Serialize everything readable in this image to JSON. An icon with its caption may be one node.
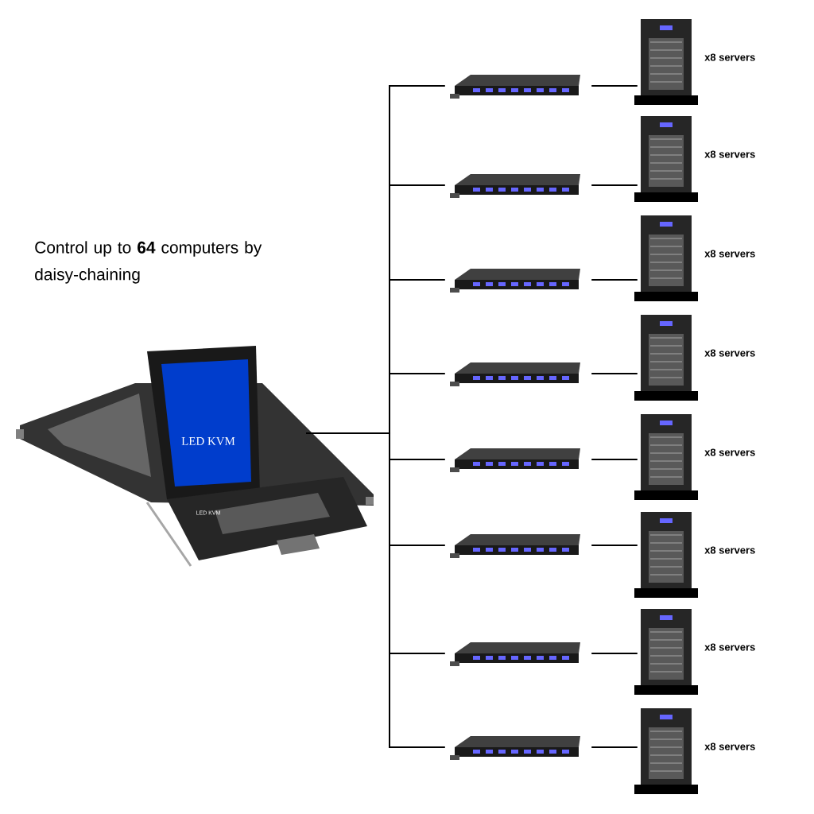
{
  "diagram": {
    "nodes": [
      {
        "text": [],
        "shape": "picture"
      },
      {
        "text": [],
        "shape": "picture"
      },
      {
        "text": [],
        "shape": "picture"
      },
      {
        "text": [],
        "shape": "picture"
      },
      {
        "text": [],
        "shape": "picture"
      },
      {
        "text": [],
        "shape": "picture"
      },
      {
        "text": [],
        "shape": "picture"
      },
      {
        "text": [],
        "shape": "picture"
      },
      {
        "text": [],
        "shape": "picture"
      },
      {
        "text": [],
        "shape": "picture",
        "beside": [
          "x8 servers"
        ]
      },
      {
        "text": [],
        "shape": "picture",
        "beside": [
          "x8 servers"
        ]
      },
      {
        "text": [],
        "shape": "picture",
        "beside": [
          "x8 servers"
        ]
      },
      {
        "text": [],
        "shape": "picture",
        "beside": [
          "x8 servers"
        ]
      },
      {
        "text": [],
        "shape": "picture",
        "beside": [
          "x8 servers"
        ]
      },
      {
        "text": [],
        "shape": "picture",
        "beside": [
          "x8 servers"
        ]
      },
      {
        "text": [],
        "shape": "picture",
        "beside": [
          "x8 servers"
        ]
      },
      {
        "text": [],
        "shape": "picture",
        "beside": [
          "x8 servers"
        ]
      }
    ],
    "edges": [
      {
        "from": 0,
        "to": 1,
        "arrow": "none"
      },
      {
        "from": 0,
        "to": 2,
        "arrow": "none"
      },
      {
        "from": 0,
        "to": 3,
        "arrow": "none"
      },
      {
        "from": 0,
        "to": 4,
        "arrow": "none"
      },
      {
        "from": 0,
        "to": 5,
        "arrow": "none"
      },
      {
        "from": 0,
        "to": 6,
        "arrow": "none"
      },
      {
        "from": 0,
        "to": 7,
        "arrow": "none"
      },
      {
        "from": 0,
        "to": 8,
        "arrow": "none"
      },
      {
        "from": 1,
        "to": 9,
        "arrow": "none"
      },
      {
        "from": 2,
        "to": 10,
        "arrow": "none"
      },
      {
        "from": 3,
        "to": 11,
        "arrow": "none"
      },
      {
        "from": 4,
        "to": 12,
        "arrow": "none"
      },
      {
        "from": 5,
        "to": 13,
        "arrow": "none"
      },
      {
        "from": 6,
        "to": 14,
        "arrow": "none"
      },
      {
        "from": 7,
        "to": 15,
        "arrow": "none"
      },
      {
        "from": 8,
        "to": 16,
        "arrow": "none"
      }
    ],
    "labels": [
      "Control up to **64** computers by daisy-chaining",
      "LED KVM",
      "LED KVM"
    ]
  }
}
